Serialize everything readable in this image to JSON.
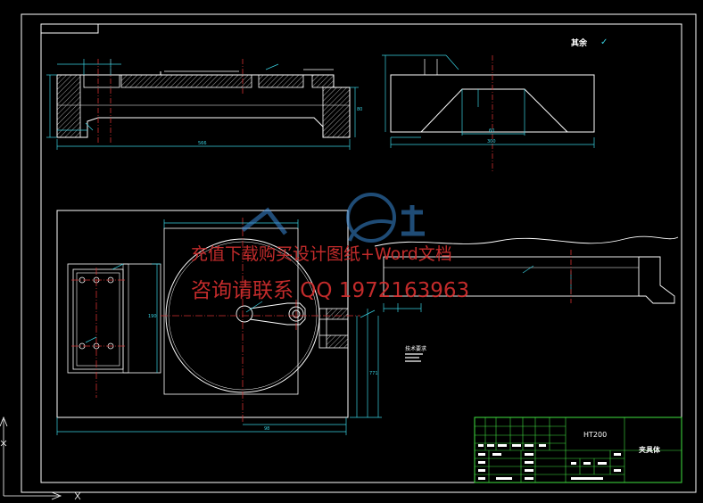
{
  "drawing": {
    "roughness_note": "其余",
    "roughness_symbol": "✓",
    "technical_requirements_title": "技术要求",
    "material": "HT200",
    "part_name": "夹具体"
  },
  "dimensions": {
    "front_overall": "566",
    "front_height": "80",
    "side_overall": "300",
    "side_mid": "60",
    "plan_bottom": "98",
    "plan_right": "771",
    "plan_left_height": "190"
  },
  "watermark": {
    "line1": "充值下载购买设计图纸+Word文档",
    "line2": "咨询请联系 QQ 1972163963"
  }
}
